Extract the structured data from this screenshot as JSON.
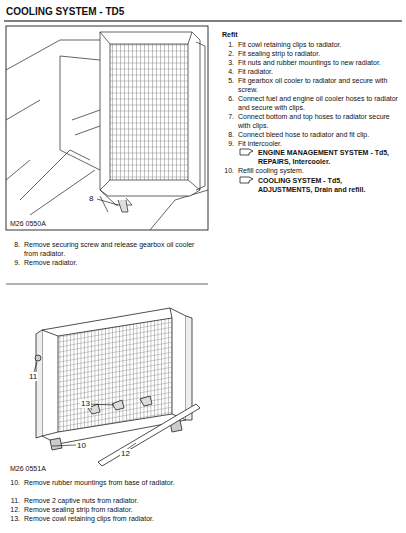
{
  "diagram": {
    "title": "COOLING SYSTEM - TD5",
    "labels": [
      "Refit",
      "1.",
      "Fit cowl retaining clips to radiator.",
      "2.",
      "Fit sealing strip to radiator.",
      "3.",
      "Fit nuts and rubber mountings to new  radiator.",
      "4.",
      "Fit radiator.",
      "5.",
      "Fit gearbox oil cooler to radiator and secure with screw.",
      "6.",
      "Connect fuel and engine oil cooler hoses to radiator and secure with clips.",
      "7.",
      "Connect bottom and top hoses to radiator secure with clips.",
      "8.",
      "Connect bleed hose to radiator and fit  clip.",
      "9.",
      "Fit intercooler.",
      "ENGINE MANAGEMENT SYSTEM - Td5, REPAIRS, Intercooler.",
      "10.",
      "Refill cooling system.",
      "COOLING SYSTEM - Td5, ADJUSTMENTS, Drain and refill.",
      "8",
      "M26 0550A",
      "8.",
      "Remove securing screw and release gearbox oil cooler from radiator.",
      "9.",
      "Remove radiator.",
      "11",
      "13",
      "10",
      "12",
      "M26 0551A",
      "10.",
      "Remove rubber mountings from base of radiator.",
      "11.",
      "Remove 2 captive nuts from radiator.",
      "12.",
      "Remove sealing strip from radiator.",
      "13.",
      "Remove cowl retaining clips from  radiator."
    ]
  }
}
